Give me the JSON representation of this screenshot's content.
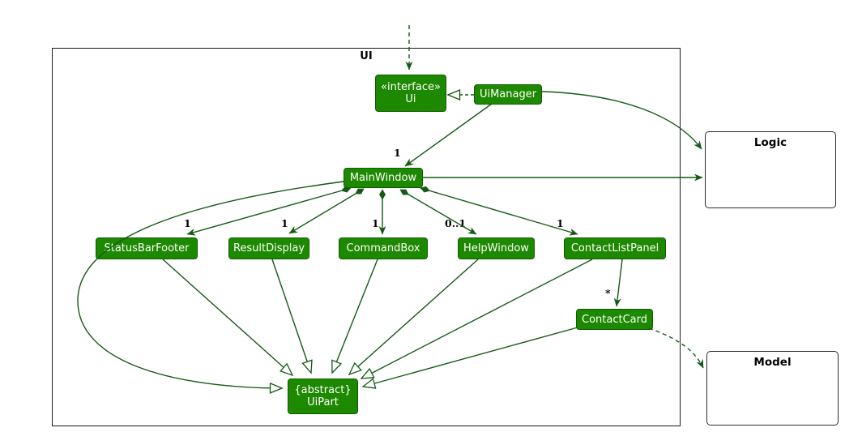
{
  "frame": {
    "label": "UI"
  },
  "external": {
    "logic": "Logic",
    "model": "Model"
  },
  "classes": {
    "ui": {
      "stereotype": "«interface»",
      "name": "Ui"
    },
    "uiManager": {
      "name": "UiManager"
    },
    "mainWindow": {
      "name": "MainWindow"
    },
    "statusBarFooter": {
      "name": "StatusBarFooter"
    },
    "resultDisplay": {
      "name": "ResultDisplay"
    },
    "commandBox": {
      "name": "CommandBox"
    },
    "helpWindow": {
      "name": "HelpWindow"
    },
    "contactListPanel": {
      "name": "ContactListPanel"
    },
    "contactCard": {
      "name": "ContactCard"
    },
    "uiPart": {
      "stereotype": "{abstract}",
      "name": "UiPart"
    }
  },
  "multiplicities": {
    "mainWindow": "1",
    "statusBarFooter": "1",
    "resultDisplay": "1",
    "commandBox": "1",
    "helpWindow": "0..1",
    "contactListPanel": "1",
    "contactCard": "*"
  },
  "relationships": [
    {
      "from": "(external)",
      "to": "Ui",
      "type": "dashed-dependency-arrow"
    },
    {
      "from": "UiManager",
      "to": "Ui",
      "type": "realization"
    },
    {
      "from": "UiManager",
      "to": "MainWindow",
      "type": "association",
      "multiplicity": "1"
    },
    {
      "from": "UiManager",
      "to": "Logic",
      "type": "association"
    },
    {
      "from": "MainWindow",
      "to": "Logic",
      "type": "association"
    },
    {
      "from": "MainWindow",
      "to": "StatusBarFooter",
      "type": "composition",
      "multiplicity": "1"
    },
    {
      "from": "MainWindow",
      "to": "ResultDisplay",
      "type": "composition",
      "multiplicity": "1"
    },
    {
      "from": "MainWindow",
      "to": "CommandBox",
      "type": "composition",
      "multiplicity": "1"
    },
    {
      "from": "MainWindow",
      "to": "HelpWindow",
      "type": "composition",
      "multiplicity": "0..1"
    },
    {
      "from": "MainWindow",
      "to": "ContactListPanel",
      "type": "composition",
      "multiplicity": "1"
    },
    {
      "from": "ContactListPanel",
      "to": "ContactCard",
      "type": "association",
      "multiplicity": "*"
    },
    {
      "from": "ContactCard",
      "to": "Model",
      "type": "dashed-dependency-arrow"
    },
    {
      "from": "MainWindow",
      "to": "UiPart",
      "type": "inheritance"
    },
    {
      "from": "StatusBarFooter",
      "to": "UiPart",
      "type": "inheritance"
    },
    {
      "from": "ResultDisplay",
      "to": "UiPart",
      "type": "inheritance"
    },
    {
      "from": "CommandBox",
      "to": "UiPart",
      "type": "inheritance"
    },
    {
      "from": "HelpWindow",
      "to": "UiPart",
      "type": "inheritance"
    },
    {
      "from": "ContactListPanel",
      "to": "UiPart",
      "type": "inheritance"
    },
    {
      "from": "ContactCard",
      "to": "UiPart",
      "type": "inheritance"
    }
  ],
  "colors": {
    "class_fill": "#1d8900",
    "class_border": "#0e5c00",
    "class_text": "#ffffff",
    "edge": "#145a14",
    "frame_border": "#1a1a1a",
    "external_box_border": "#2b2b2b",
    "label_text": "#000000"
  }
}
